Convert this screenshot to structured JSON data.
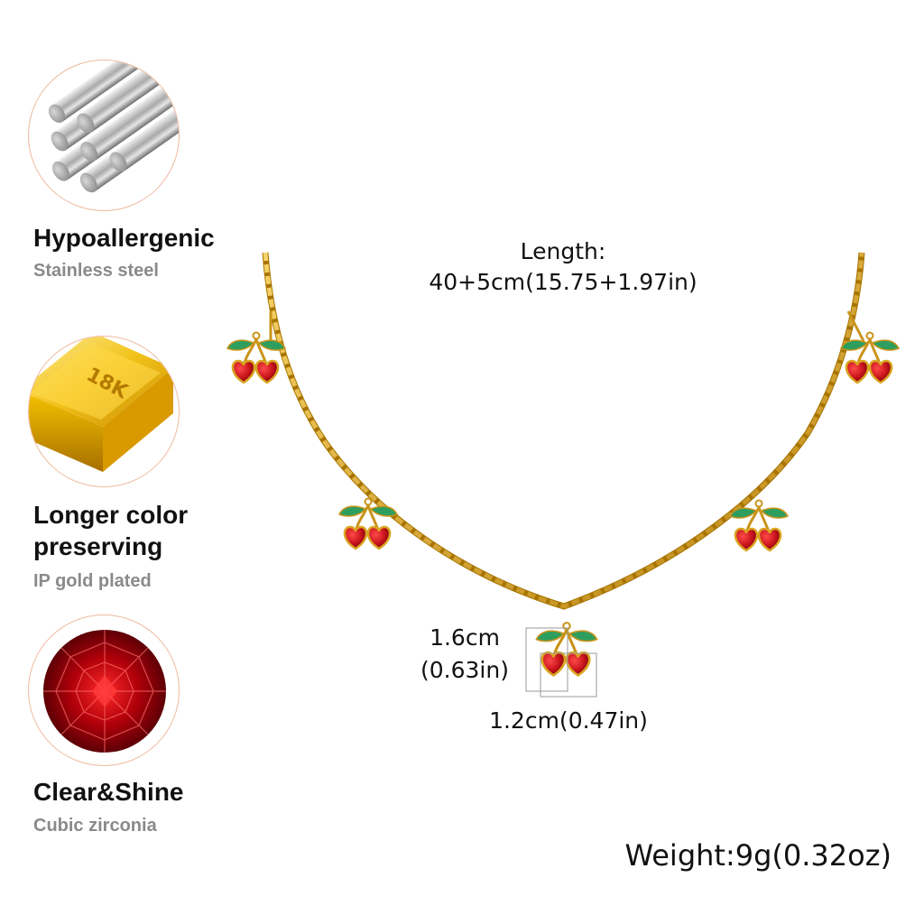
{
  "features": [
    {
      "title": "Hypoallergenic",
      "subtitle": "Stainless steel",
      "icon": "steel-rods-icon"
    },
    {
      "title_line1": "Longer color",
      "title_line2": "preserving",
      "subtitle": "IP gold plated",
      "icon": "gold-bar-icon",
      "bar_stamp": "18K"
    },
    {
      "title": "Clear&Shine",
      "subtitle": "Cubic zirconia",
      "icon": "red-gem-icon"
    }
  ],
  "dimensions": {
    "length_label": "Length:",
    "length_value": "40+5cm(15.75+1.97in)",
    "pendant_height_cm": "1.6cm",
    "pendant_height_in": "(0.63in)",
    "pendant_width": "1.2cm(0.47in)"
  },
  "weight": "Weight:9g(0.32oz)",
  "colors": {
    "gold": "#d9a521",
    "cherry_red": "#c8141c",
    "leaf_green": "#2e9e5e",
    "circle_border": "#f0b9a0"
  }
}
